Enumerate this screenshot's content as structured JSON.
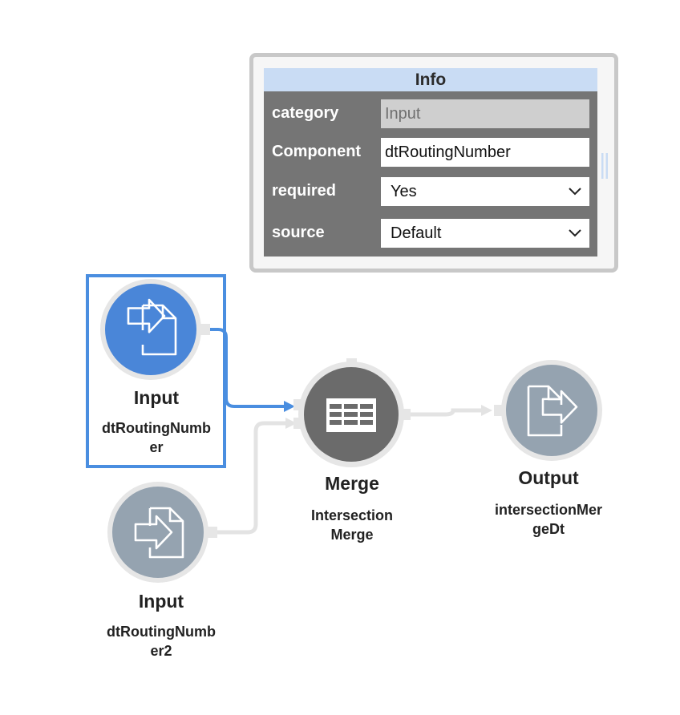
{
  "info": {
    "title": "Info",
    "rows": [
      {
        "label": "category",
        "value": "Input"
      },
      {
        "label": "Component",
        "value": "dtRoutingNumber"
      },
      {
        "label": "required",
        "value": "Yes"
      },
      {
        "label": "source",
        "value": "Default"
      }
    ]
  },
  "nodes": {
    "input1": {
      "title": "Input",
      "sub_line1": "dtRoutingNumb",
      "sub_line2": "er"
    },
    "input2": {
      "title": "Input",
      "sub_line1": "dtRoutingNumb",
      "sub_line2": "er2"
    },
    "merge": {
      "title": "Merge",
      "sub_line1": "Intersection",
      "sub_line2": "Merge"
    },
    "output": {
      "title": "Output",
      "sub_line1": "intersectionMer",
      "sub_line2": "geDt"
    }
  },
  "colors": {
    "selected": "#4a8ee0",
    "node_input_selected": "#4a86d8",
    "node_gray": "#95a3b0",
    "node_merge": "#6b6b6b",
    "edge_inactive": "#e3e3e3",
    "ring": "#e6e6e6"
  },
  "icons": {
    "input": "file-import-icon",
    "merge": "table-icon",
    "output": "file-export-icon"
  }
}
